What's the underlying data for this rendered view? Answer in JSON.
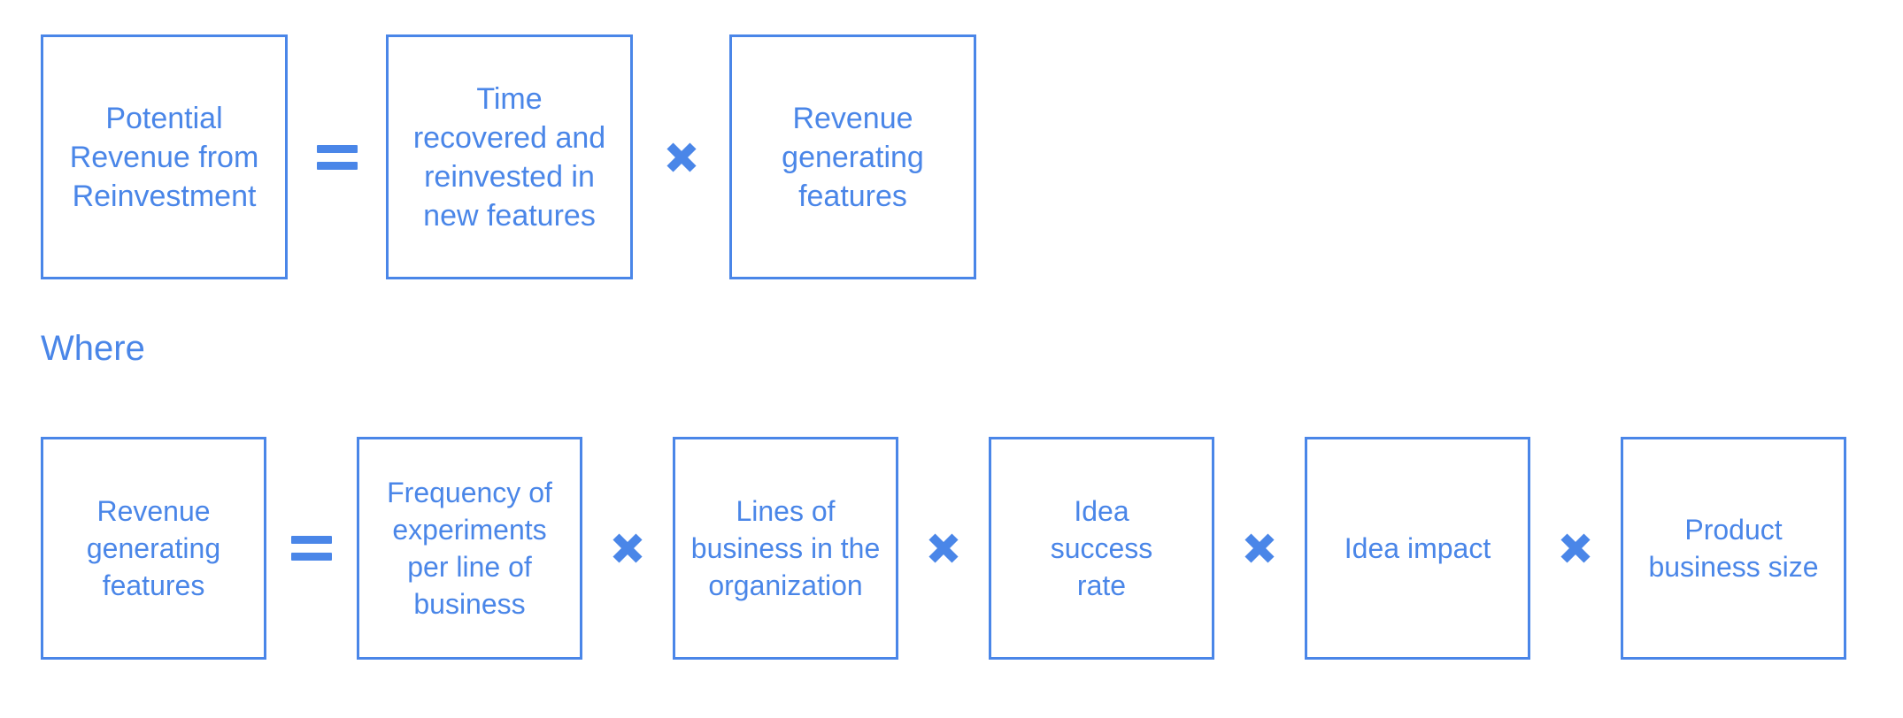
{
  "colors": {
    "accent": "#4A86E8",
    "background": "#ffffff"
  },
  "operators": {
    "equals": "=",
    "multiply": "×"
  },
  "where_label": "Where",
  "equation_top": {
    "result": "Potential Revenue from Reinvestment",
    "terms": [
      "Time recovered and reinvested in new features",
      "Revenue generating features"
    ]
  },
  "equation_bottom": {
    "result": "Revenue generating features",
    "terms": [
      "Frequency of experiments per line of business",
      "Lines of business in the organization",
      "Idea success rate",
      "Idea impact",
      "Product business size"
    ]
  }
}
